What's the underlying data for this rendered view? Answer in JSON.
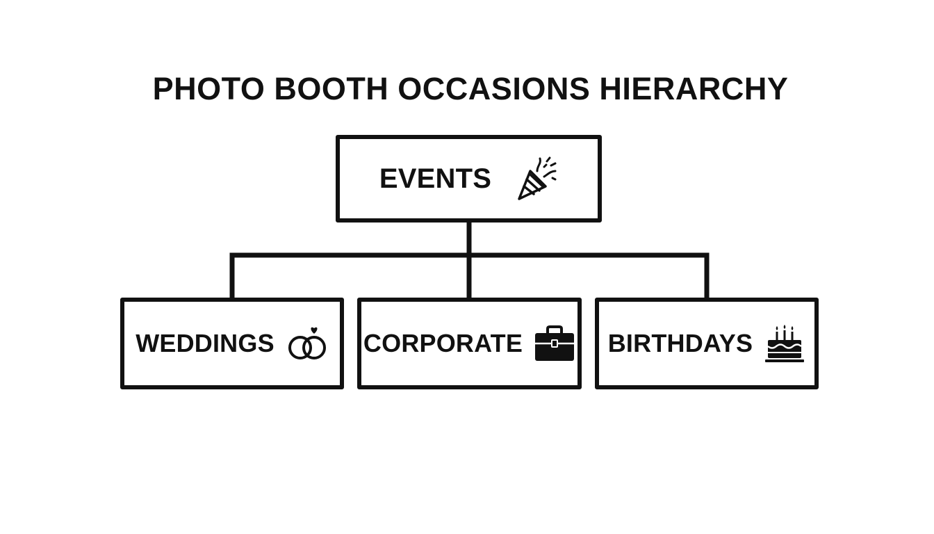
{
  "title": "PHOTO BOOTH OCCASIONS HIERARCHY",
  "root": {
    "label": "EVENTS",
    "icon": "party-popper-icon"
  },
  "children": [
    {
      "label": "WEDDINGS",
      "icon": "wedding-rings-icon"
    },
    {
      "label": "CORPORATE",
      "icon": "briefcase-icon"
    },
    {
      "label": "BIRTHDAYS",
      "icon": "birthday-cake-icon"
    }
  ],
  "colors": {
    "line": "#111111",
    "background": "#ffffff"
  }
}
